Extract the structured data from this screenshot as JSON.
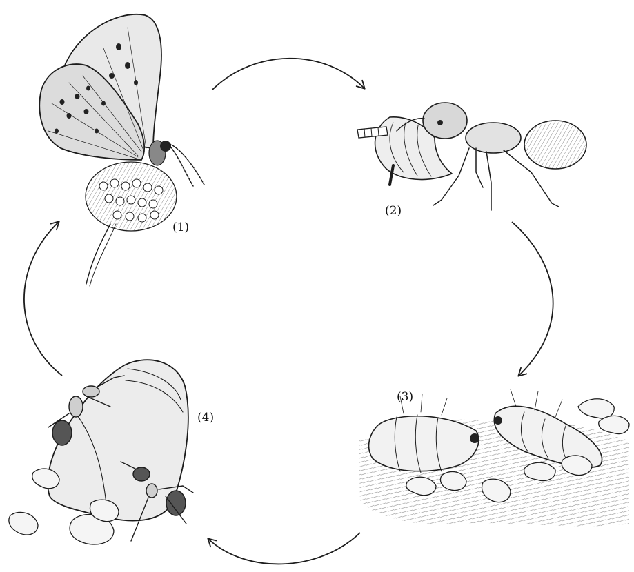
{
  "diagram": {
    "stages": [
      {
        "label": "(1)",
        "illustration": "butterfly-on-flower"
      },
      {
        "label": "(2)",
        "illustration": "ant-carrying-caterpillar"
      },
      {
        "label": "(3)",
        "illustration": "caterpillar-among-ant-larvae"
      },
      {
        "label": "(4)",
        "illustration": "pupa-with-ants"
      }
    ],
    "cycle_arrows": [
      "1-to-2",
      "2-to-3",
      "3-to-4",
      "4-to-1"
    ],
    "colors": {
      "ink": "#1c1c1c",
      "background": "#ffffff"
    }
  }
}
